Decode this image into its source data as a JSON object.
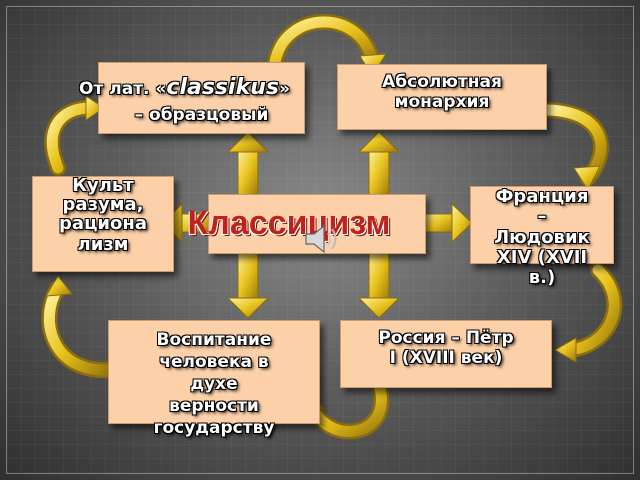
{
  "diagram": {
    "title": "Классицизм",
    "origin": {
      "line1_prefix": "От лат. «",
      "line1_word": "classikus",
      "line1_suffix": "»",
      "line2": "– образцовый"
    },
    "monarchy": [
      "Абсолютная",
      "монархия"
    ],
    "cult": [
      "Культ",
      "разума,",
      "рациона",
      "лизм"
    ],
    "france": [
      "Франция",
      "–",
      "Людовик",
      "XIV (XVII",
      "в.)"
    ],
    "education": [
      "Воспитание",
      "человека в",
      "духе",
      "верности",
      "государству"
    ],
    "russia": [
      "Россия – Пётр",
      "I (XVIII век)"
    ]
  },
  "colors": {
    "box_fill": "#fcd0a8",
    "title_text": "#c0221a",
    "arrow_gold": "#e8c21c",
    "arrow_outline": "#8a6d10"
  },
  "icons": [
    "speaker-icon",
    "curved-arrow-icon",
    "straight-arrow-icon"
  ]
}
